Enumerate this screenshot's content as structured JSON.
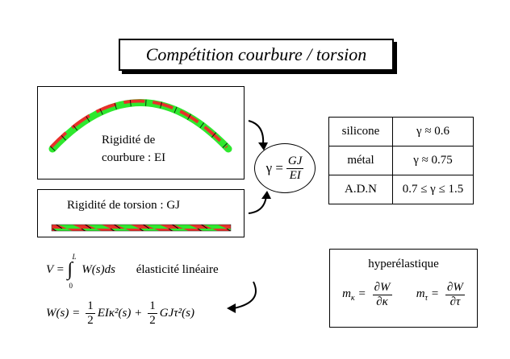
{
  "title": "Compétition courbure / torsion",
  "bending_panel": {
    "label_line1": "Rigidité de",
    "label_line2": "courbure : EI"
  },
  "torsion_panel": {
    "label": "Rigidité de torsion : GJ"
  },
  "gamma_formula": {
    "lhs": "γ =",
    "numerator": "GJ",
    "denominator": "EI"
  },
  "comparison_table": {
    "rows": [
      {
        "material": "silicone",
        "value": "γ ≈ 0.6"
      },
      {
        "material": "métal",
        "value": "γ ≈ 0.75"
      },
      {
        "material": "A.D.N",
        "value": "0.7 ≤ γ ≤ 1.5"
      }
    ]
  },
  "energy": {
    "v_lhs": "V =",
    "integral_upper": "L",
    "integral_lower": "0",
    "v_rhs": "W(s)ds",
    "linear_label": "élasticité linéaire",
    "w_lhs": "W(s) =",
    "half": "1",
    "two": "2",
    "term1": "EIκ²(s) +",
    "term2": "GJτ²(s)"
  },
  "hyperelastic": {
    "title": "hyperélastique",
    "m_kappa": "m",
    "m_kappa_sub": "κ",
    "m_tau": "m",
    "m_tau_sub": "τ",
    "dW": "∂W",
    "dkappa": "∂κ",
    "dtau": "∂τ"
  },
  "colors": {
    "red": "#e8302a",
    "green": "#2ee82e",
    "black": "#000000"
  }
}
